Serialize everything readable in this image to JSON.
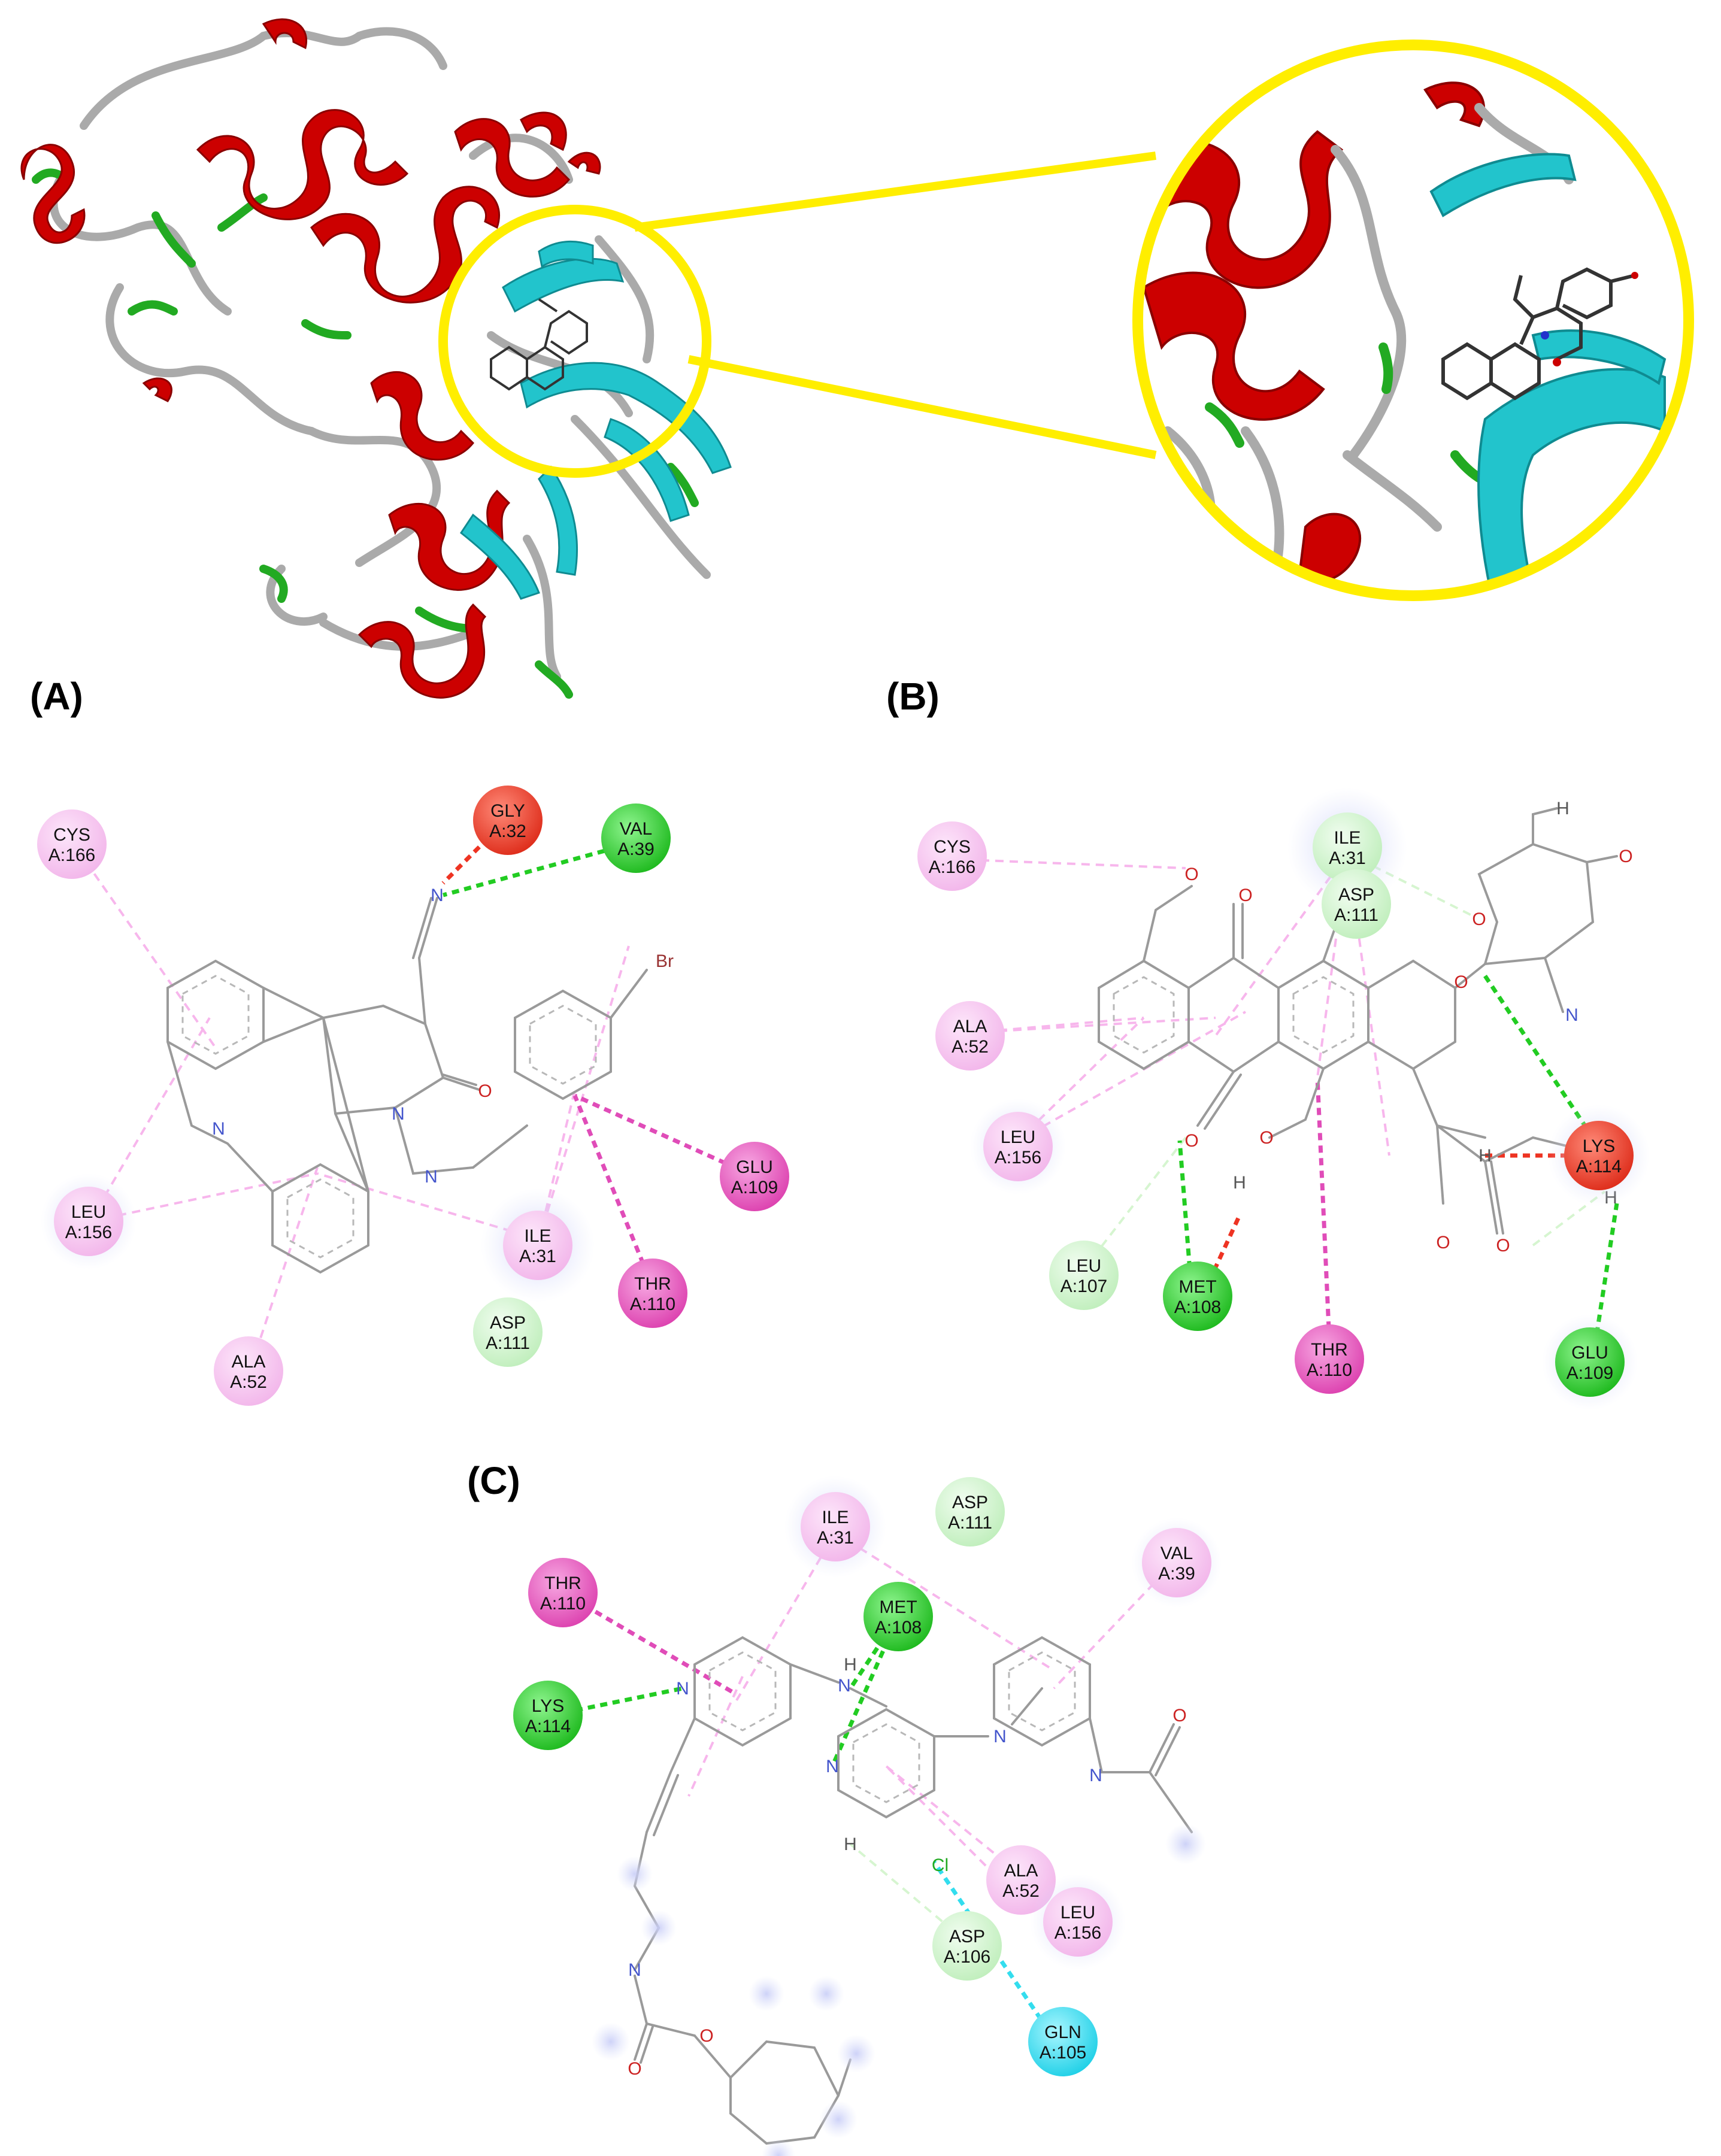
{
  "panels": {
    "A": "(A)",
    "B": "(B)",
    "C": "(C)"
  },
  "colors": {
    "helix": "#cc0000",
    "strand": "#22c4cc",
    "turn": "#22aa22",
    "coil": "#aaaaaa",
    "zoom": "#ffee00",
    "alkyl": "#f7c8f0",
    "pisigma": "#ee6ccc",
    "hbond": "#22cc22",
    "vdw": "#d6f5d0",
    "unfav": "#ee3322",
    "halogen": "#33ddee"
  },
  "atoms": {
    "N": "N",
    "O": "O",
    "H": "H",
    "Br": "Br",
    "Cl": "Cl"
  },
  "ligand_1": {
    "residues": [
      {
        "id": "cys166",
        "name": "CYS",
        "pos": "A:166",
        "kind": "alkyl"
      },
      {
        "id": "gly32",
        "name": "GLY",
        "pos": "A:32",
        "kind": "unfav"
      },
      {
        "id": "val39",
        "name": "VAL",
        "pos": "A:39",
        "kind": "hbond"
      },
      {
        "id": "glu109",
        "name": "GLU",
        "pos": "A:109",
        "kind": "pisigma"
      },
      {
        "id": "leu156",
        "name": "LEU",
        "pos": "A:156",
        "kind": "alkyl"
      },
      {
        "id": "ile31",
        "name": "ILE",
        "pos": "A:31",
        "kind": "alkyl"
      },
      {
        "id": "thr110",
        "name": "THR",
        "pos": "A:110",
        "kind": "pisigma"
      },
      {
        "id": "asp111",
        "name": "ASP",
        "pos": "A:111",
        "kind": "vdw"
      },
      {
        "id": "ala52",
        "name": "ALA",
        "pos": "A:52",
        "kind": "alkyl"
      }
    ]
  },
  "ligand_2": {
    "residues": [
      {
        "id": "cys166",
        "name": "CYS",
        "pos": "A:166",
        "kind": "alkyl"
      },
      {
        "id": "ile31",
        "name": "ILE",
        "pos": "A:31",
        "kind": "alkyl"
      },
      {
        "id": "asp111",
        "name": "ASP",
        "pos": "A:111",
        "kind": "vdw"
      },
      {
        "id": "ala52",
        "name": "ALA",
        "pos": "A:52",
        "kind": "alkyl"
      },
      {
        "id": "leu156",
        "name": "LEU",
        "pos": "A:156",
        "kind": "alkyl"
      },
      {
        "id": "lys114",
        "name": "LYS",
        "pos": "A:114",
        "kind": "unfav"
      },
      {
        "id": "leu107",
        "name": "LEU",
        "pos": "A:107",
        "kind": "vdw"
      },
      {
        "id": "met108",
        "name": "MET",
        "pos": "A:108",
        "kind": "hbond"
      },
      {
        "id": "thr110",
        "name": "THR",
        "pos": "A:110",
        "kind": "pisigma"
      },
      {
        "id": "glu109",
        "name": "GLU",
        "pos": "A:109",
        "kind": "hbond"
      }
    ]
  },
  "ligand_3": {
    "residues": [
      {
        "id": "ile31",
        "name": "ILE",
        "pos": "A:31",
        "kind": "alkyl"
      },
      {
        "id": "asp111",
        "name": "ASP",
        "pos": "A:111",
        "kind": "vdw"
      },
      {
        "id": "val39",
        "name": "VAL",
        "pos": "A:39",
        "kind": "alkyl"
      },
      {
        "id": "thr110",
        "name": "THR",
        "pos": "A:110",
        "kind": "pisigma"
      },
      {
        "id": "met108",
        "name": "MET",
        "pos": "A:108",
        "kind": "hbond"
      },
      {
        "id": "lys114",
        "name": "LYS",
        "pos": "A:114",
        "kind": "hbond"
      },
      {
        "id": "ala52",
        "name": "ALA",
        "pos": "A:52",
        "kind": "alkyl"
      },
      {
        "id": "leu156",
        "name": "LEU",
        "pos": "A:156",
        "kind": "alkyl"
      },
      {
        "id": "asp106",
        "name": "ASP",
        "pos": "A:106",
        "kind": "vdw"
      },
      {
        "id": "gln105",
        "name": "GLN",
        "pos": "A:105",
        "kind": "halogen"
      }
    ]
  }
}
